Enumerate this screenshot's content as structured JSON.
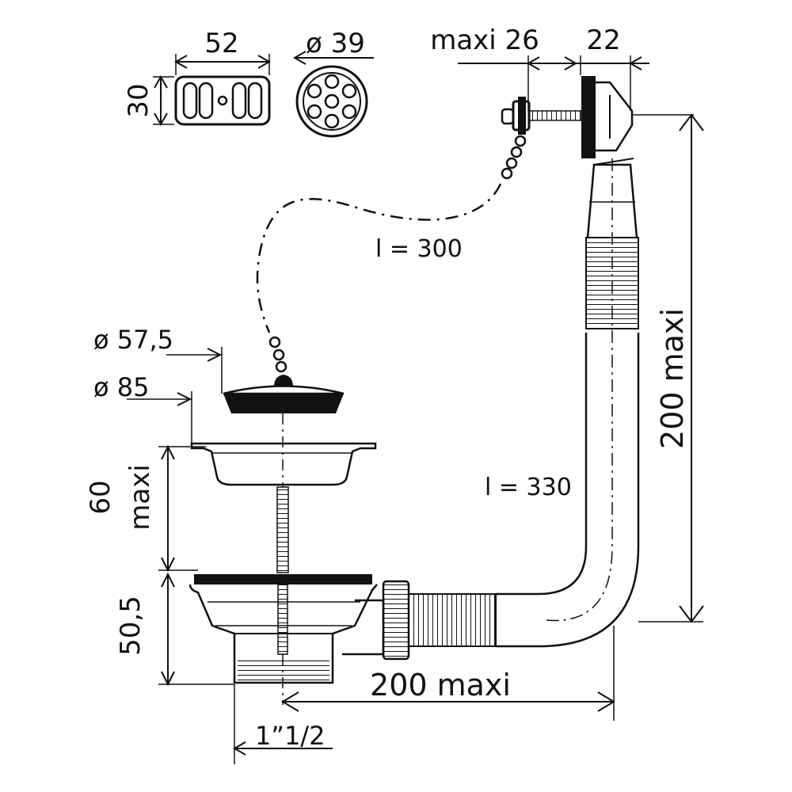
{
  "diagram": {
    "top_details": {
      "overflow_cover": {
        "width": "52",
        "height": "30"
      },
      "grid": {
        "diameter": "ø 39"
      }
    },
    "overflow_head": {
      "depth": "maxi 26",
      "width": "22"
    },
    "chain": {
      "length": "l = 300"
    },
    "plug": {
      "diameter": "ø 57,5"
    },
    "basket": {
      "diameter": "ø 85",
      "depth_label": "60",
      "depth_qualifier": "maxi"
    },
    "drain_body": {
      "height": "50,5",
      "thread": "1”1/2"
    },
    "overflow_tube": {
      "length": "l = 330",
      "horizontal": "200 maxi",
      "vertical": "200 maxi"
    }
  }
}
